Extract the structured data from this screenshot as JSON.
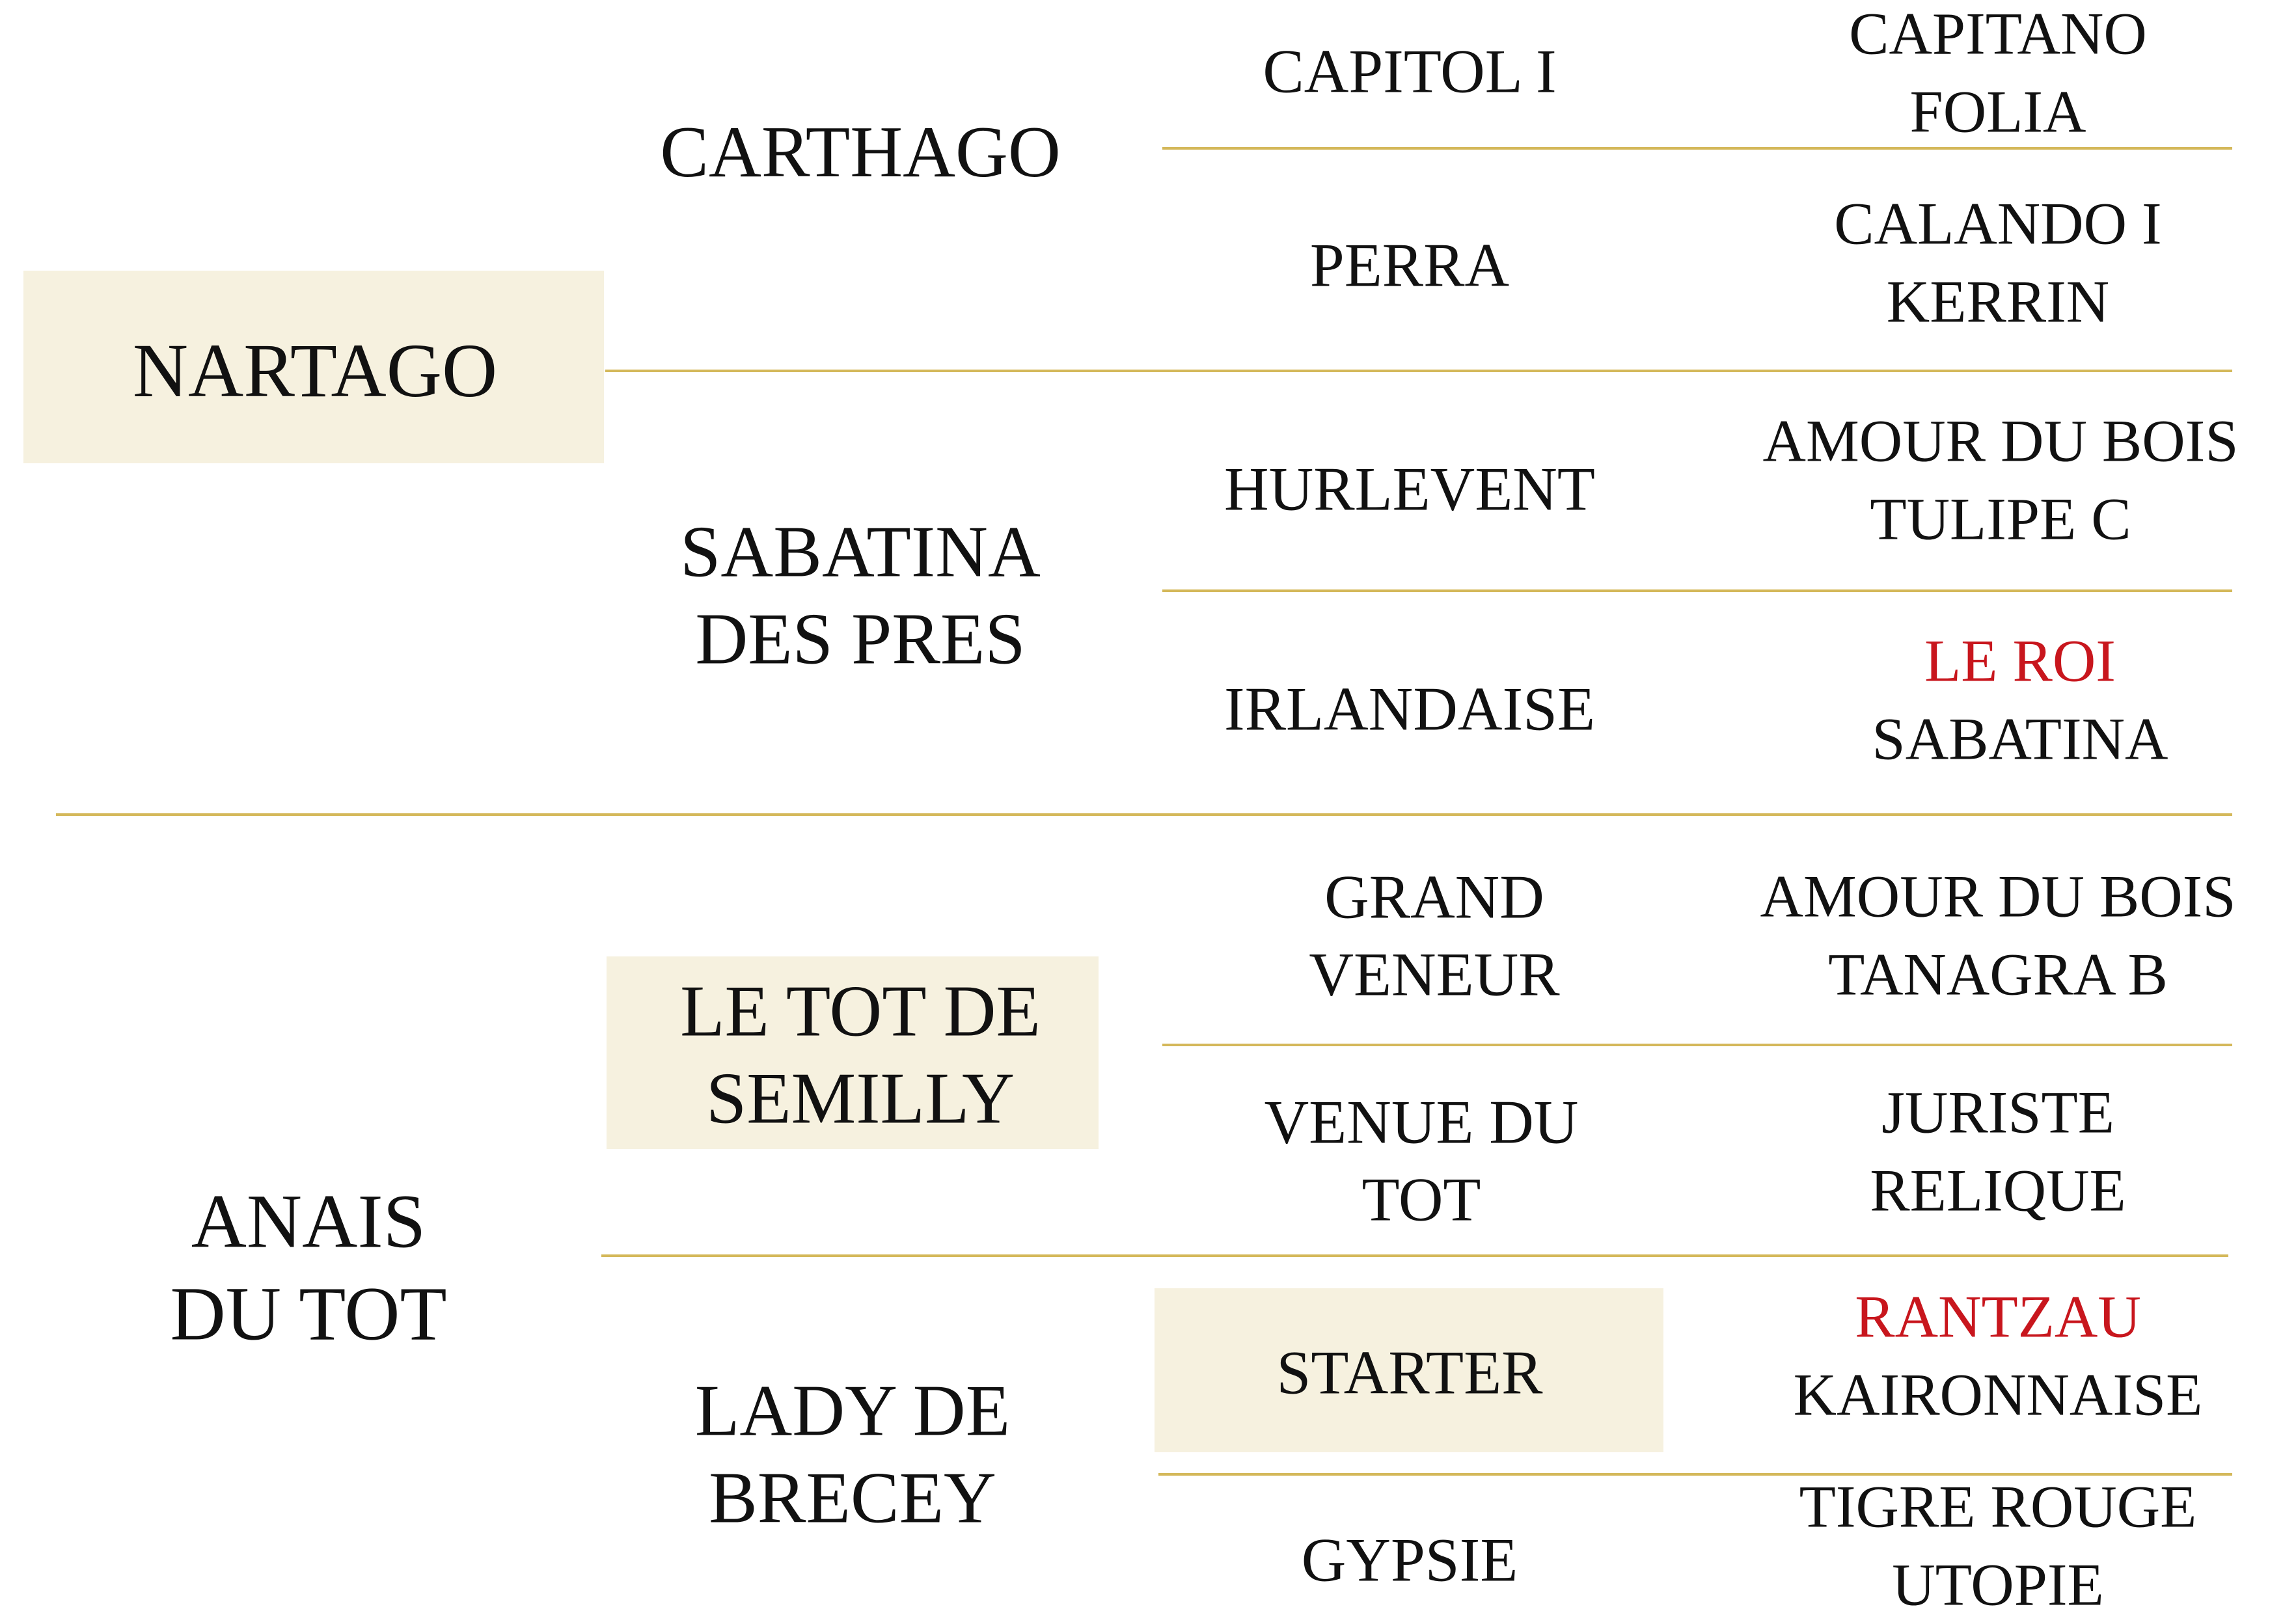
{
  "colors": {
    "highlight": "#f6f1df",
    "rule": "#d4b85a",
    "text": "#111111",
    "accent": "#c8161d"
  },
  "sire": {
    "name": "NARTAGO",
    "sire": {
      "name": "CARTHAGO",
      "sire": {
        "name": "CAPITOL I",
        "parents": [
          "CAPITANO",
          "FOLIA"
        ]
      },
      "dam": {
        "name": "PERRA",
        "parents": [
          "CALANDO I",
          "KERRIN"
        ]
      }
    },
    "dam": {
      "name_lines": [
        "SABATINA",
        "DES PRES"
      ],
      "sire": {
        "name": "HURLEVENT",
        "parents": [
          "AMOUR DU BOIS",
          "TULIPE C"
        ]
      },
      "dam": {
        "name": "IRLANDAISE",
        "parents": [
          "LE ROI",
          "SABATINA"
        ]
      }
    }
  },
  "dam": {
    "name_lines": [
      "ANAIS",
      "DU TOT"
    ],
    "sire": {
      "name_lines": [
        "LE TOT DE",
        "SEMILLY"
      ],
      "sire": {
        "name_lines": [
          "GRAND",
          "VENEUR"
        ],
        "parents": [
          "AMOUR DU BOIS",
          "TANAGRA B"
        ]
      },
      "dam": {
        "name_lines": [
          "VENUE DU",
          "TOT"
        ],
        "parents": [
          "JURISTE",
          "RELIQUE"
        ]
      }
    },
    "dam": {
      "name_lines": [
        "LADY DE",
        "BRECEY"
      ],
      "sire": {
        "name": "STARTER",
        "parents": [
          "RANTZAU",
          "KAIRONNAISE"
        ]
      },
      "dam": {
        "name": "GYPSIE",
        "parents": [
          "TIGRE ROUGE",
          "UTOPIE"
        ]
      }
    }
  }
}
